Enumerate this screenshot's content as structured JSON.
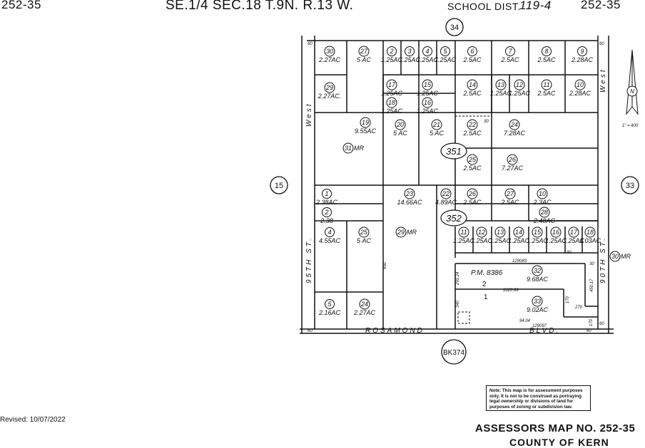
{
  "header": {
    "left_code": "252-35",
    "center_title": "SE.1/4 SEC.18 T.9N. R.13 W.",
    "school_label": "SCHOOL DIST.",
    "school_number": "119-4",
    "right_code": "252-35"
  },
  "adjacent_maps": {
    "top": "34",
    "left": "15",
    "right": "33",
    "bottom": "BK374"
  },
  "streets": {
    "north_west": "West",
    "south_west": "95TH ST.",
    "north_east": "West",
    "south_east": "90TH ST.",
    "bottom": "ROSAMOND",
    "bottom_2": "BLVD."
  },
  "blocks": {
    "upper": "351",
    "lower": "352"
  },
  "parcels": {
    "p30a": {
      "n": "30",
      "a": "2.27AC"
    },
    "p27a": {
      "n": "27",
      "a": "5 AC"
    },
    "p2a": {
      "n": "2",
      "a": "1.25AC"
    },
    "p3a": {
      "n": "3",
      "a": "1.25AC"
    },
    "p4a": {
      "n": "4",
      "a": "1.25AC"
    },
    "p5a": {
      "n": "5",
      "a": "1.25AC"
    },
    "p6a": {
      "n": "6",
      "a": "2.5AC"
    },
    "p7a": {
      "n": "7",
      "a": "2.5AC"
    },
    "p8a": {
      "n": "8",
      "a": "2.5AC"
    },
    "p9a": {
      "n": "9",
      "a": "2.28AC"
    },
    "p29a": {
      "n": "29",
      "a": "2.27AC."
    },
    "p17a": {
      "n": "17",
      "a": "1.25AC"
    },
    "p15a": {
      "n": "15",
      "a": "1.25AC"
    },
    "p18a": {
      "n": "18",
      "a": "1.25AC"
    },
    "p16a": {
      "n": "16",
      "a": "1.25AC"
    },
    "p14a": {
      "n": "14",
      "a": "2.5AC"
    },
    "p13a": {
      "n": "13",
      "a": "1.25AC"
    },
    "p12a": {
      "n": "12",
      "a": "1.25AC"
    },
    "p11a": {
      "n": "11",
      "a": "2.5AC"
    },
    "p10a": {
      "n": "10",
      "a": "2.28AC"
    },
    "p19a": {
      "n": "19",
      "a": "9.55AC"
    },
    "p31a": {
      "n": "31",
      "a": "MR"
    },
    "p20a": {
      "n": "20",
      "a": "5 AC"
    },
    "p21a": {
      "n": "21",
      "a": "5 AC"
    },
    "p22a": {
      "n": "22",
      "a": "2.5AC"
    },
    "p24a": {
      "n": "24",
      "a": "7.28AC"
    },
    "p25a": {
      "n": "25",
      "a": "2.5AC"
    },
    "p26a": {
      "n": "26",
      "a": "7.27AC"
    },
    "p1b": {
      "n": "1",
      "a": "2.38AC"
    },
    "p2b": {
      "n": "2",
      "a": "2.38"
    },
    "p23b": {
      "n": "23",
      "a": "14.66AC"
    },
    "p22b": {
      "n": "22",
      "a": "4.89AC"
    },
    "p26b": {
      "n": "26",
      "a": "2.5AC"
    },
    "p27b": {
      "n": "27",
      "a": "2.5AC"
    },
    "p10b": {
      "n": "10",
      "a": "2.3AC"
    },
    "p28b": {
      "n": "28",
      "a": "2.48AC"
    },
    "p4b": {
      "n": "4",
      "a": "4.55AC"
    },
    "p25b": {
      "n": "25",
      "a": "5 AC"
    },
    "p29b": {
      "n": "29",
      "a": "MR"
    },
    "p11b": {
      "n": "11",
      "a": "1.25AC"
    },
    "p12b": {
      "n": "12",
      "a": "1.25AC"
    },
    "p13b": {
      "n": "13",
      "a": "1.25AC"
    },
    "p14b": {
      "n": "14",
      "a": "1.25AC"
    },
    "p15b": {
      "n": "15",
      "a": "1.25AC"
    },
    "p16b": {
      "n": "16",
      "a": "1.25AC"
    },
    "p17b": {
      "n": "17",
      "a": "1.25AC"
    },
    "p18b": {
      "n": "18",
      "a": "1.03AC"
    },
    "p30b": {
      "n": "30",
      "a": "MR"
    },
    "p32b": {
      "n": "32",
      "a": "9.68AC"
    },
    "p33b": {
      "n": "33",
      "a": "9.02AC"
    },
    "p5b": {
      "n": "5",
      "a": "2.16AC"
    },
    "p24b": {
      "n": "24",
      "a": "2.27AC"
    }
  },
  "pm_label": "P.M. 8386",
  "lot_labels": {
    "lot2": "2",
    "lot1": "1"
  },
  "dimensions": {
    "d129083": "129083",
    "d102089": "1020.89",
    "d129097": "129097",
    "d45017": "450.17",
    "d29124": "291.24",
    "d650": "650",
    "d340": "340",
    "d170a": "170",
    "d270": "270",
    "d170b": "170",
    "d30a": "30",
    "d30b": "30",
    "d30c": "30",
    "d60a": "60",
    "d60b": "60",
    "d60c": "60",
    "d60d": "60",
    "d60e": "60",
    "d9404": "94.04"
  },
  "scale": "1\" = 400'",
  "revised": "Revised: 10/07/2022",
  "note": "Note: This map is for assessment purposes only. It is not to be construed as portraying legal ownership or divisions of land for purposes of zoning or subdivision law.",
  "title_line1": "ASSESSORS MAP NO. 252-35",
  "title_line2": "COUNTY OF KERN"
}
